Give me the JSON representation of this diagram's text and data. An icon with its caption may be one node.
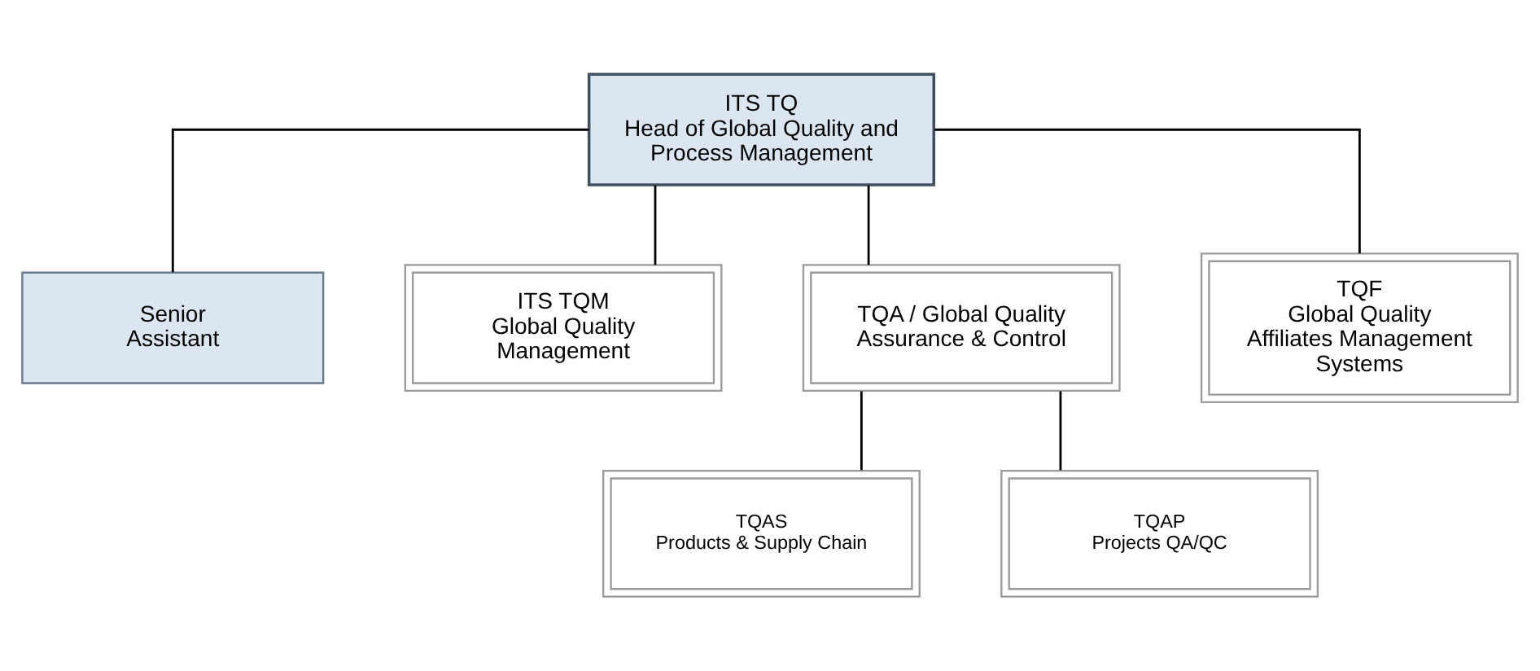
{
  "diagram": {
    "nodes": [
      {
        "text": [
          "ITS TQ",
          "Head of Global Quality and Process Management"
        ]
      },
      {
        "text": [
          "Senior Assistant"
        ]
      },
      {
        "text": [
          "ITS TQM",
          "Global Quality Management"
        ]
      },
      {
        "text": [
          "TQA / Global Quality Assurance & Control"
        ]
      },
      {
        "text": [
          "TQF",
          "Global Quality Affiliates Management Systems"
        ]
      },
      {
        "text": [
          "TQAS",
          "Products & Supply Chain"
        ]
      },
      {
        "text": [
          "TQAP",
          "Projects QA/QC"
        ]
      }
    ],
    "edges": [
      {
        "from": 0,
        "to": 1,
        "arrow": "none"
      },
      {
        "from": 0,
        "to": 2,
        "arrow": "none"
      },
      {
        "from": 0,
        "to": 3,
        "arrow": "none"
      },
      {
        "from": 0,
        "to": 4,
        "arrow": "none"
      },
      {
        "from": 3,
        "to": 5,
        "arrow": "none"
      },
      {
        "from": 3,
        "to": 6,
        "arrow": "none"
      }
    ]
  }
}
